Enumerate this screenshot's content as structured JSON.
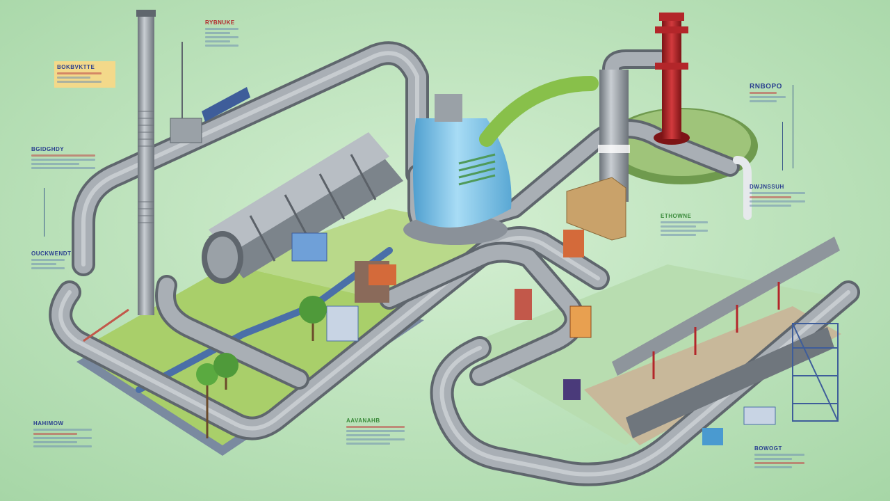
{
  "title": "",
  "colors": {
    "background_light": "#cdeccc",
    "background_dark": "#a9d8a9",
    "pipe": "#8e959c",
    "pipe_highlight": "#c3c8cd",
    "pipe_shadow": "#5f666d",
    "grass": "#9ccc5a",
    "tank_blue": "#7fc3e6",
    "chimney_red": "#b3262a",
    "walkway": "#4a6fa8",
    "label_text": "#2a3f8f"
  },
  "labels": [
    {
      "id": "tl",
      "title": "BOKBVKTTE"
    },
    {
      "id": "top",
      "title": "RYBNUKE"
    },
    {
      "id": "left1",
      "title": "BGIDGHDY"
    },
    {
      "id": "left2",
      "title": "OUCKWENDT"
    },
    {
      "id": "bottom-left",
      "title": "HAHIMOW"
    },
    {
      "id": "bottom-mid",
      "title": "AAVANAHB"
    },
    {
      "id": "right-top",
      "title": "RNBOPO"
    },
    {
      "id": "right-mid",
      "title": "DWJNSSUH"
    },
    {
      "id": "mid-right",
      "title": "ETHOWNE"
    },
    {
      "id": "bottom-right",
      "title": "BOWOGT"
    }
  ],
  "icons": [
    "stack-icon",
    "tank-icon",
    "chimney-icon",
    "tree-icon",
    "conveyor-icon",
    "scaffold-icon"
  ]
}
